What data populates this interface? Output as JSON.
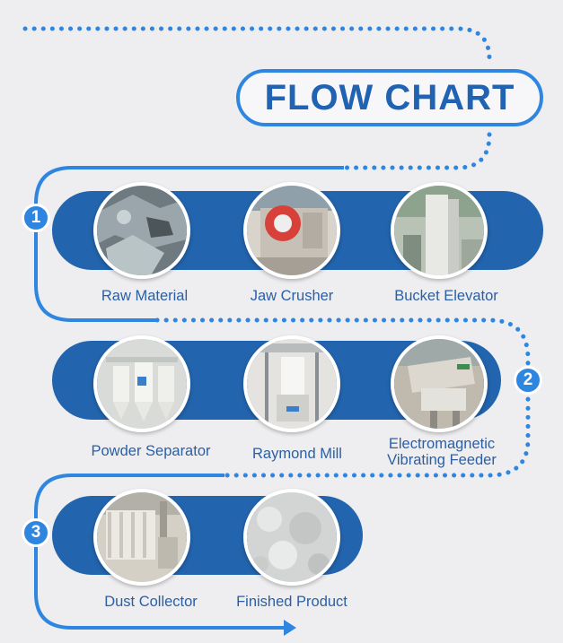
{
  "title": "FLOW CHART",
  "stages": [
    {
      "number": "1",
      "steps": [
        {
          "label": "Raw Material",
          "icon": "raw-material-photo"
        },
        {
          "label": "Jaw Crusher",
          "icon": "jaw-crusher-photo"
        },
        {
          "label": "Bucket Elevator",
          "icon": "bucket-elevator-photo"
        }
      ]
    },
    {
      "number": "2",
      "steps": [
        {
          "label": "Powder Separator",
          "icon": "powder-separator-photo"
        },
        {
          "label": "Raymond Mill",
          "icon": "raymond-mill-photo"
        },
        {
          "label_line1": "Electromagnetic",
          "label_line2": "Vibrating Feeder",
          "icon": "vibrating-feeder-photo"
        }
      ]
    },
    {
      "number": "3",
      "steps": [
        {
          "label": "Dust Collector",
          "icon": "dust-collector-photo"
        },
        {
          "label": "Finished Product",
          "icon": "finished-product-photo"
        }
      ]
    }
  ],
  "colors": {
    "background": "#eeeef0",
    "band": "#2264ad",
    "accent": "#2f86e0",
    "title_text": "#1f63b2",
    "label_text": "#2a5fa6"
  }
}
